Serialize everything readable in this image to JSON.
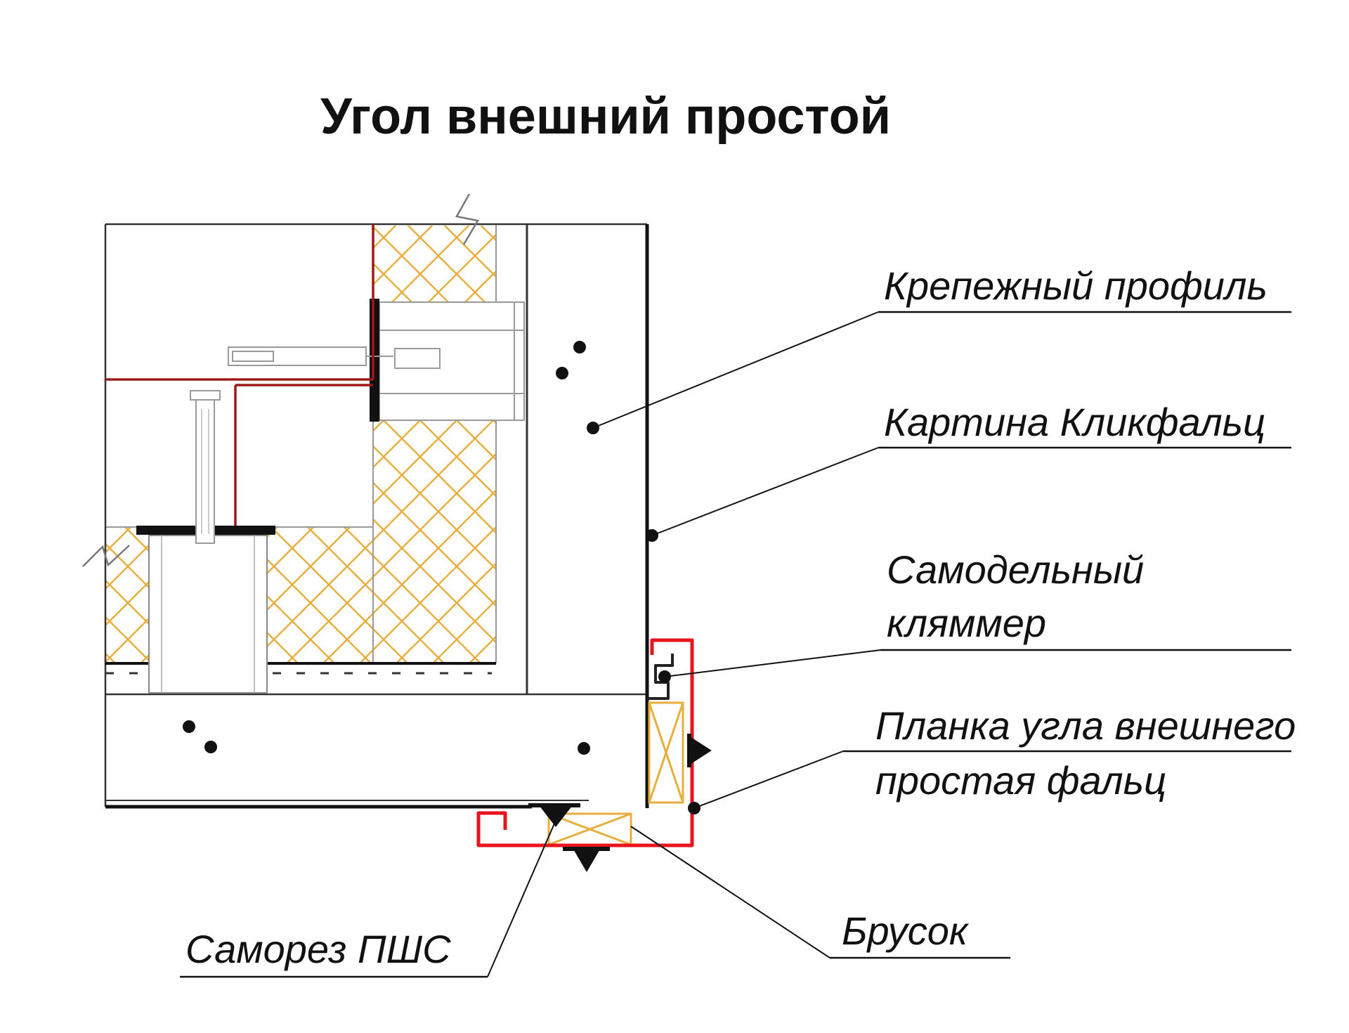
{
  "title": "Угол внешний простой",
  "callouts": {
    "fastening_profile": {
      "label": "Крепежный профиль"
    },
    "klickfalz_panel": {
      "label": "Картина Кликфальц"
    },
    "homemade_clamp": {
      "line1": "Самодельный",
      "line2": "кляммер"
    },
    "outer_corner_strip": {
      "line1": "Планка угла внешнего",
      "line2": "простая фальц"
    },
    "wood_bar": {
      "label": "Брусок"
    },
    "screw_pshs": {
      "label": "Саморез ПШС"
    }
  },
  "colors": {
    "flashing_red": "#e8131b",
    "interior_red": "#9e1a1a",
    "insulation_yellow": "#e6ae3c",
    "line_dark": "#111111",
    "line_grey": "#999999"
  }
}
